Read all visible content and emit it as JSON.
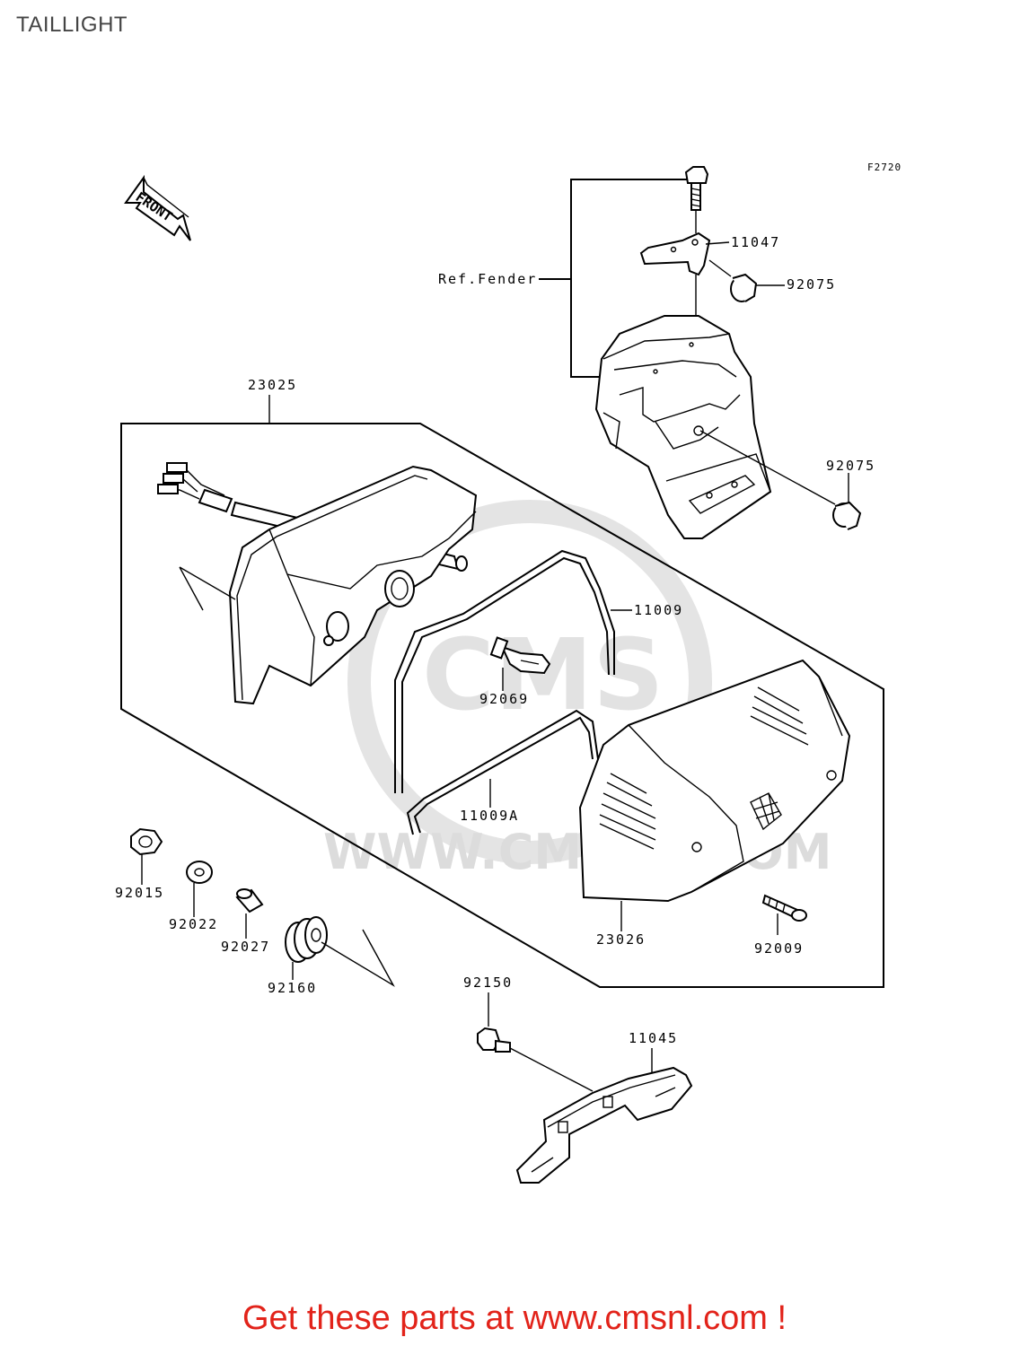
{
  "title": "TAILLIGHT",
  "figure_code": "F2720",
  "front_label": "FRONT",
  "ref_label": "Ref.Fender",
  "watermark_text": "WWW.CMSNL.COM",
  "watermark_logo": "CMS",
  "parts": [
    {
      "id": "p11047",
      "number": "11047"
    },
    {
      "id": "p92075a",
      "number": "92075"
    },
    {
      "id": "p92075b",
      "number": "92075"
    },
    {
      "id": "p23025",
      "number": "23025"
    },
    {
      "id": "p11009",
      "number": "11009"
    },
    {
      "id": "p92069",
      "number": "92069"
    },
    {
      "id": "p11009A",
      "number": "11009A"
    },
    {
      "id": "p92015",
      "number": "92015"
    },
    {
      "id": "p92022",
      "number": "92022"
    },
    {
      "id": "p92027",
      "number": "92027"
    },
    {
      "id": "p92160",
      "number": "92160"
    },
    {
      "id": "p23026",
      "number": "23026"
    },
    {
      "id": "p92009",
      "number": "92009"
    },
    {
      "id": "p92150",
      "number": "92150"
    },
    {
      "id": "p11045",
      "number": "11045"
    }
  ],
  "cta_text": "Get these parts at www.cmsnl.com !",
  "colors": {
    "cta": "#e2231a",
    "title": "#444444",
    "watermark": "#dcdcdc"
  }
}
